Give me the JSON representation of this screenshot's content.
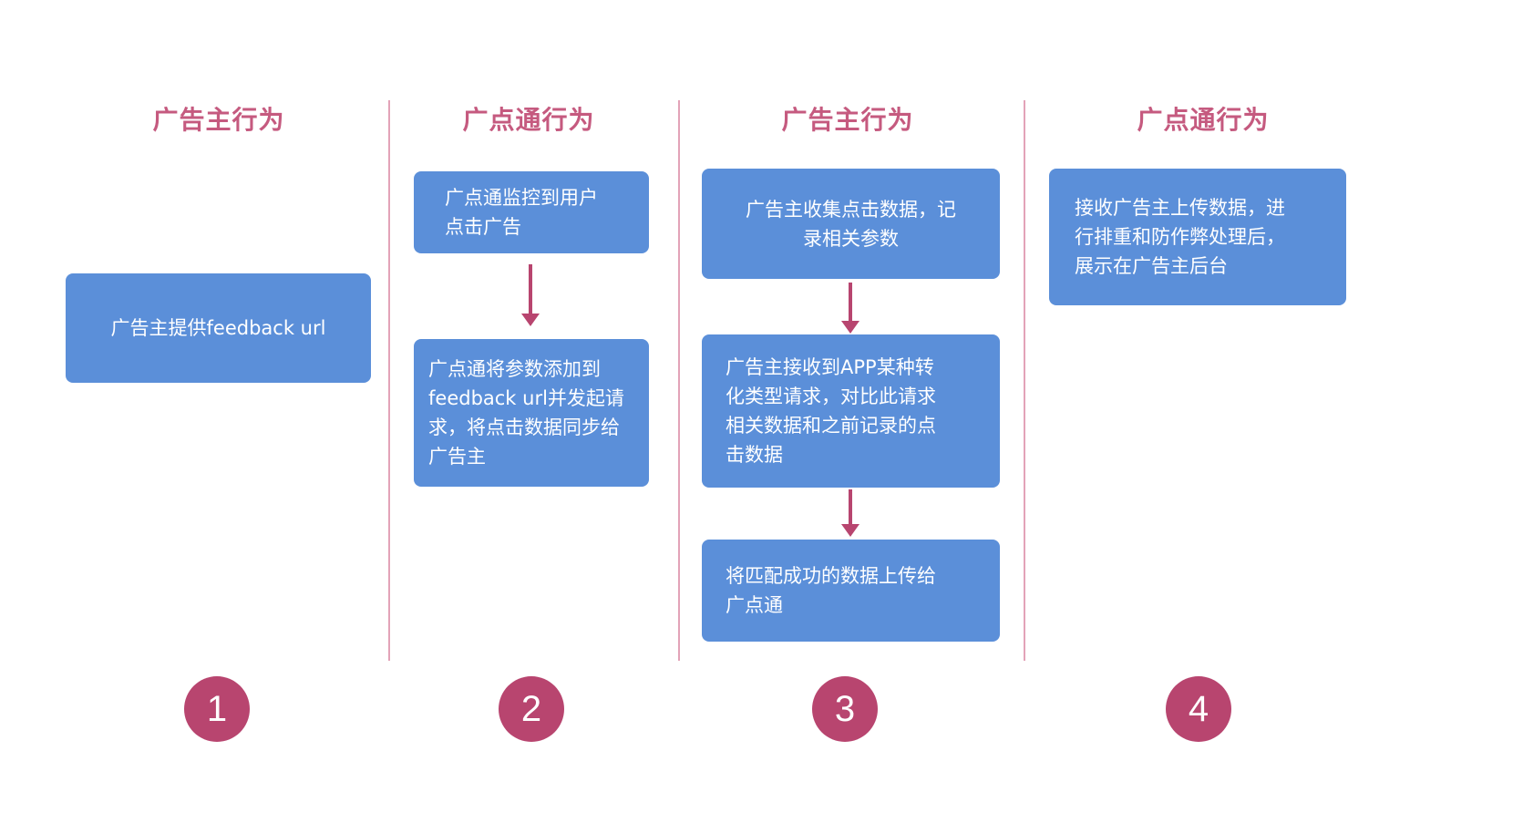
{
  "lanes": [
    {
      "header": "广告主行为",
      "step": "1",
      "boxes": [
        "广告主提供feedback url"
      ]
    },
    {
      "header": "广点通行为",
      "step": "2",
      "boxes": [
        "广点通监控到用户\n点击广告",
        "广点通将参数添加到\nfeedback url并发起请\n求，将点击数据同步给\n广告主"
      ]
    },
    {
      "header": "广告主行为",
      "step": "3",
      "boxes": [
        "广告主收集点击数据，记\n录相关参数",
        "广告主接收到APP某种转\n化类型请求，对比此请求\n相关数据和之前记录的点\n击数据",
        "将匹配成功的数据上传给\n广点通"
      ]
    },
    {
      "header": "广点通行为",
      "step": "4",
      "boxes": [
        "接收广告主上传数据，进\n行排重和防作弊处理后，\n展示在广告主后台"
      ]
    }
  ],
  "colors": {
    "header_text": "#c55a7f",
    "box_fill": "#5b8fd9",
    "arrow": "#b8456f",
    "step_circle": "#b8456f",
    "divider": "#e3a3b8"
  }
}
